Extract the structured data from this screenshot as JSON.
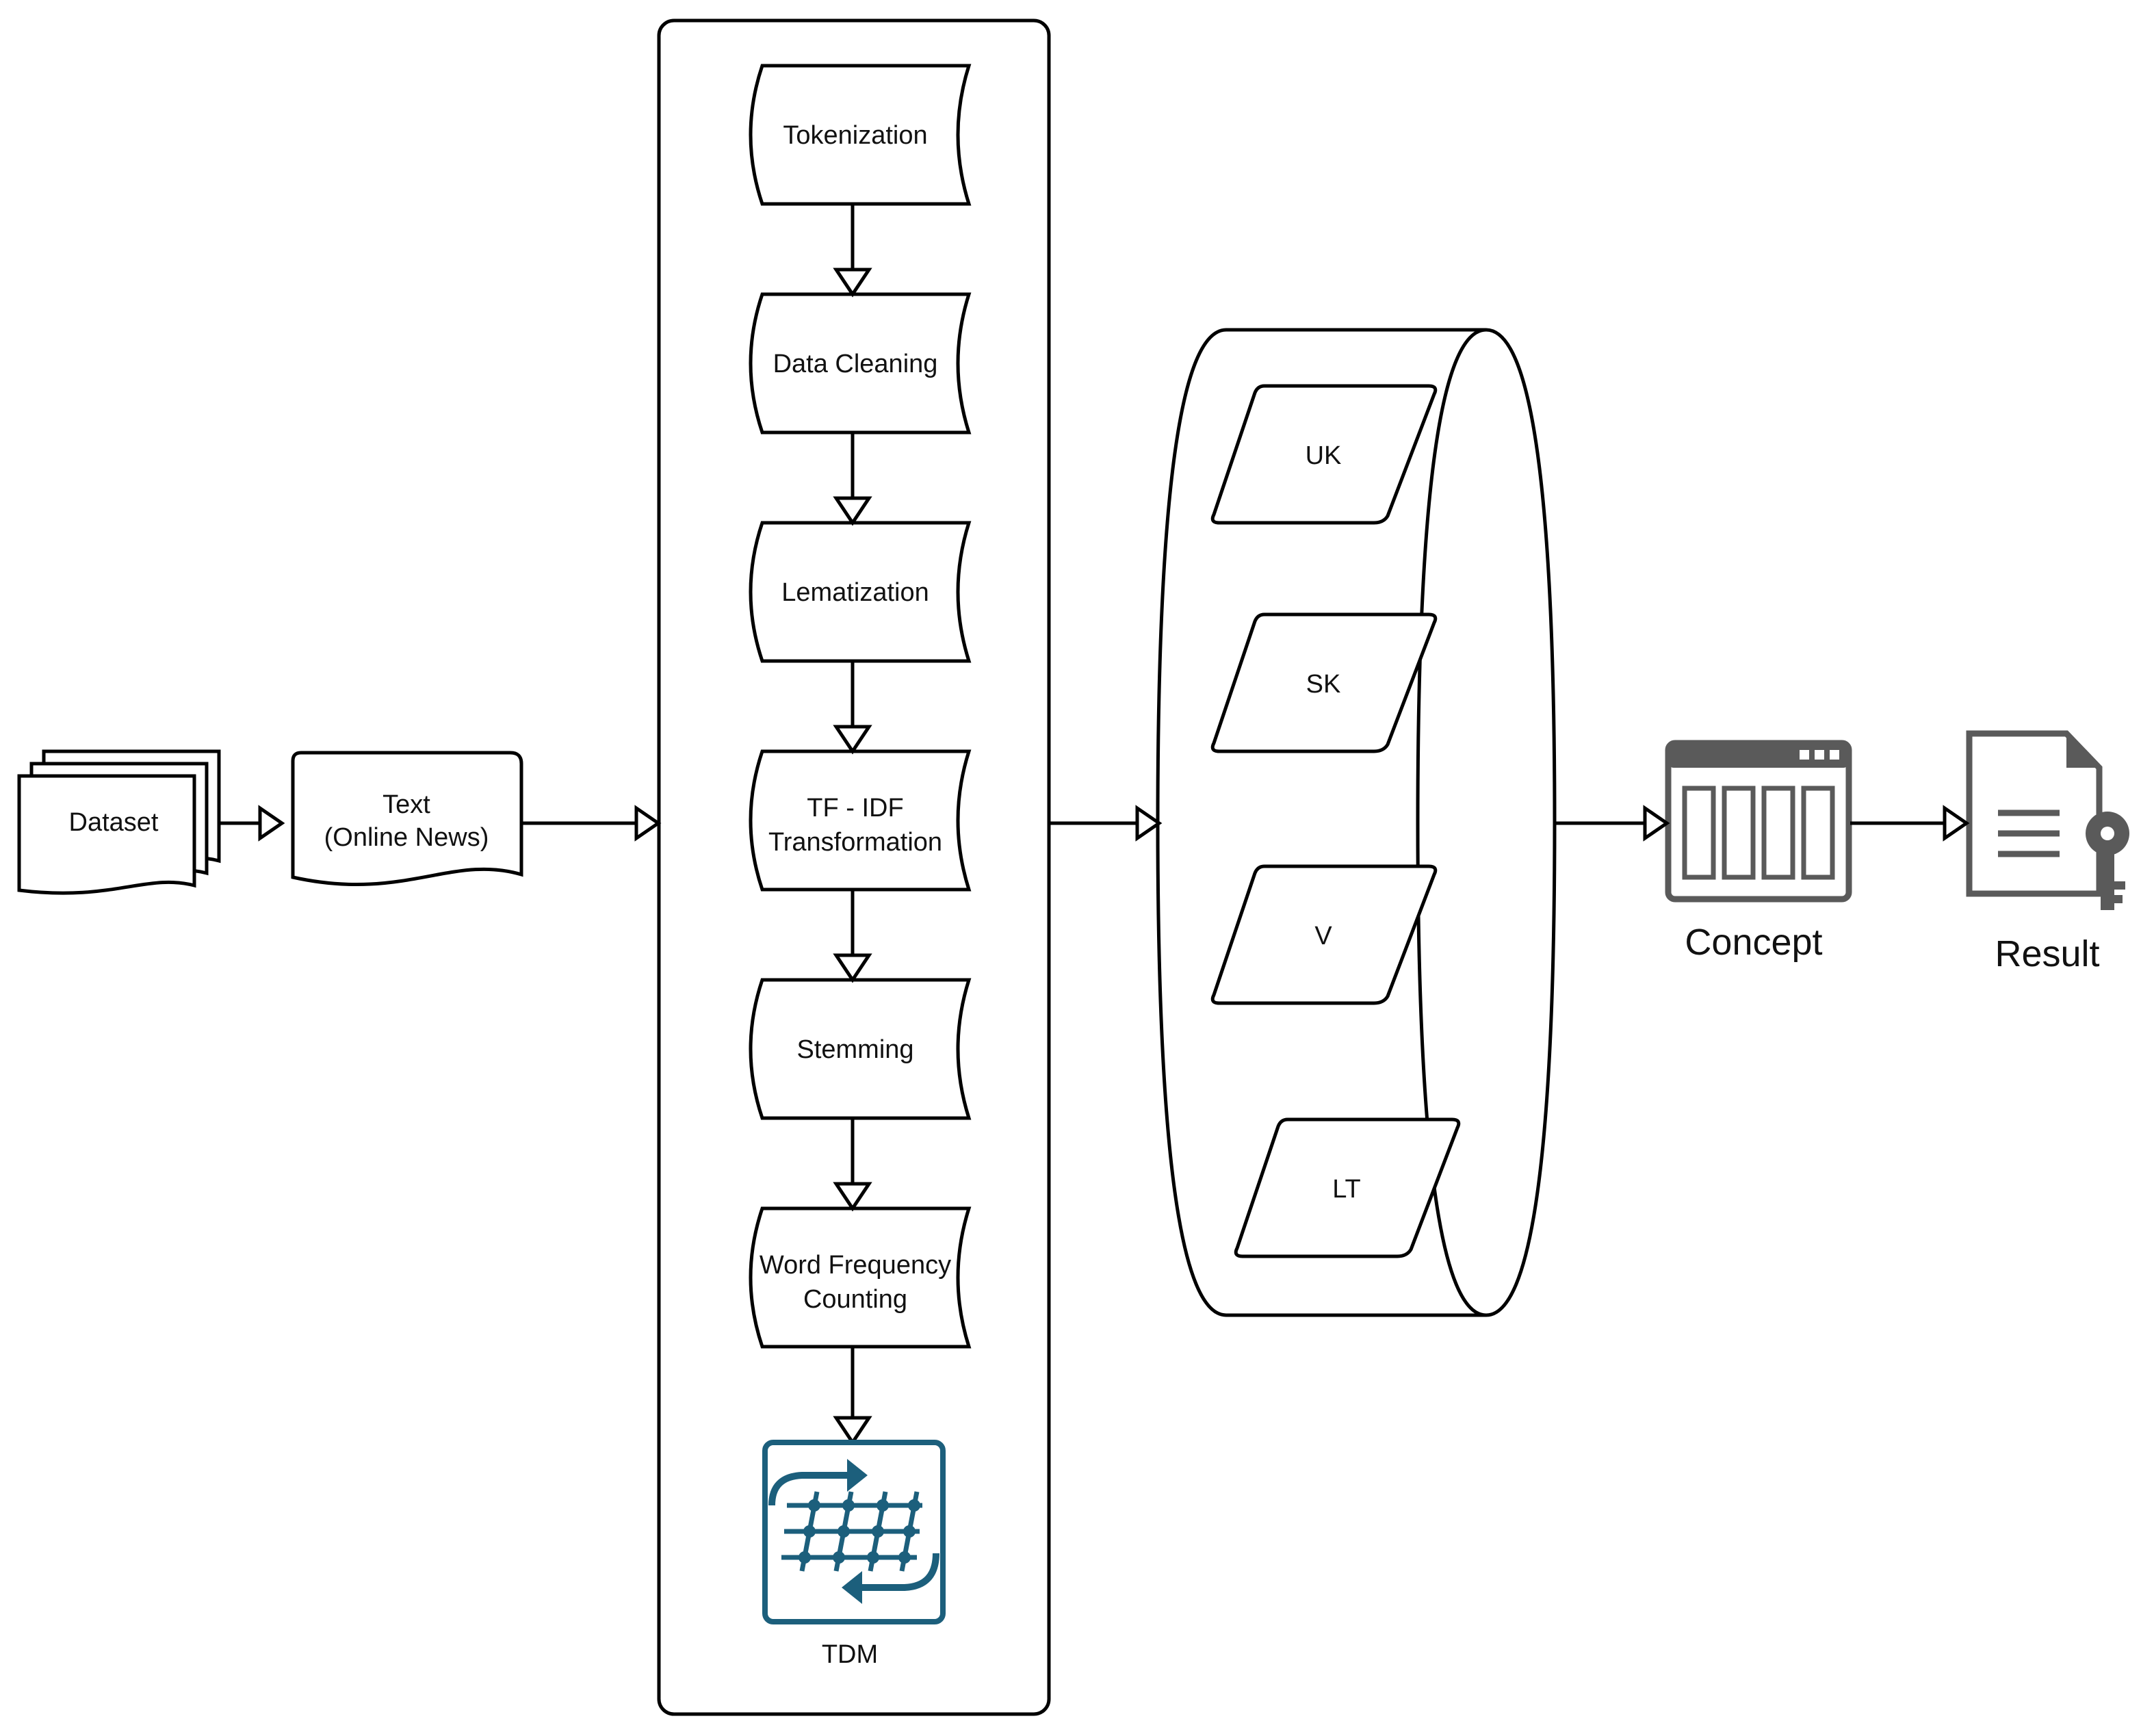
{
  "colors": {
    "stroke": "#000000",
    "tdm_icon": "#1c5f7c",
    "icon_gray": "#5a5a5a"
  },
  "input": {
    "dataset_label": "Dataset",
    "text_label_line1": "Text",
    "text_label_line2": "(Online News)"
  },
  "pipeline": {
    "steps": [
      {
        "line1": "Tokenization",
        "line2": ""
      },
      {
        "line1": "Data Cleaning",
        "line2": ""
      },
      {
        "line1": "Lematization",
        "line2": ""
      },
      {
        "line1": "TF - IDF",
        "line2": "Transformation"
      },
      {
        "line1": "Stemming",
        "line2": ""
      },
      {
        "line1": "Word Frequency",
        "line2": "Counting"
      }
    ],
    "tdm_label": "TDM",
    "tdm_icon": "tdm-grid-icon"
  },
  "categories": {
    "items": [
      "UK",
      "SK",
      "V",
      "LT"
    ]
  },
  "output": {
    "concept_label": "Concept",
    "concept_icon": "window-columns-icon",
    "result_label": "Result",
    "result_icon": "document-key-icon"
  }
}
